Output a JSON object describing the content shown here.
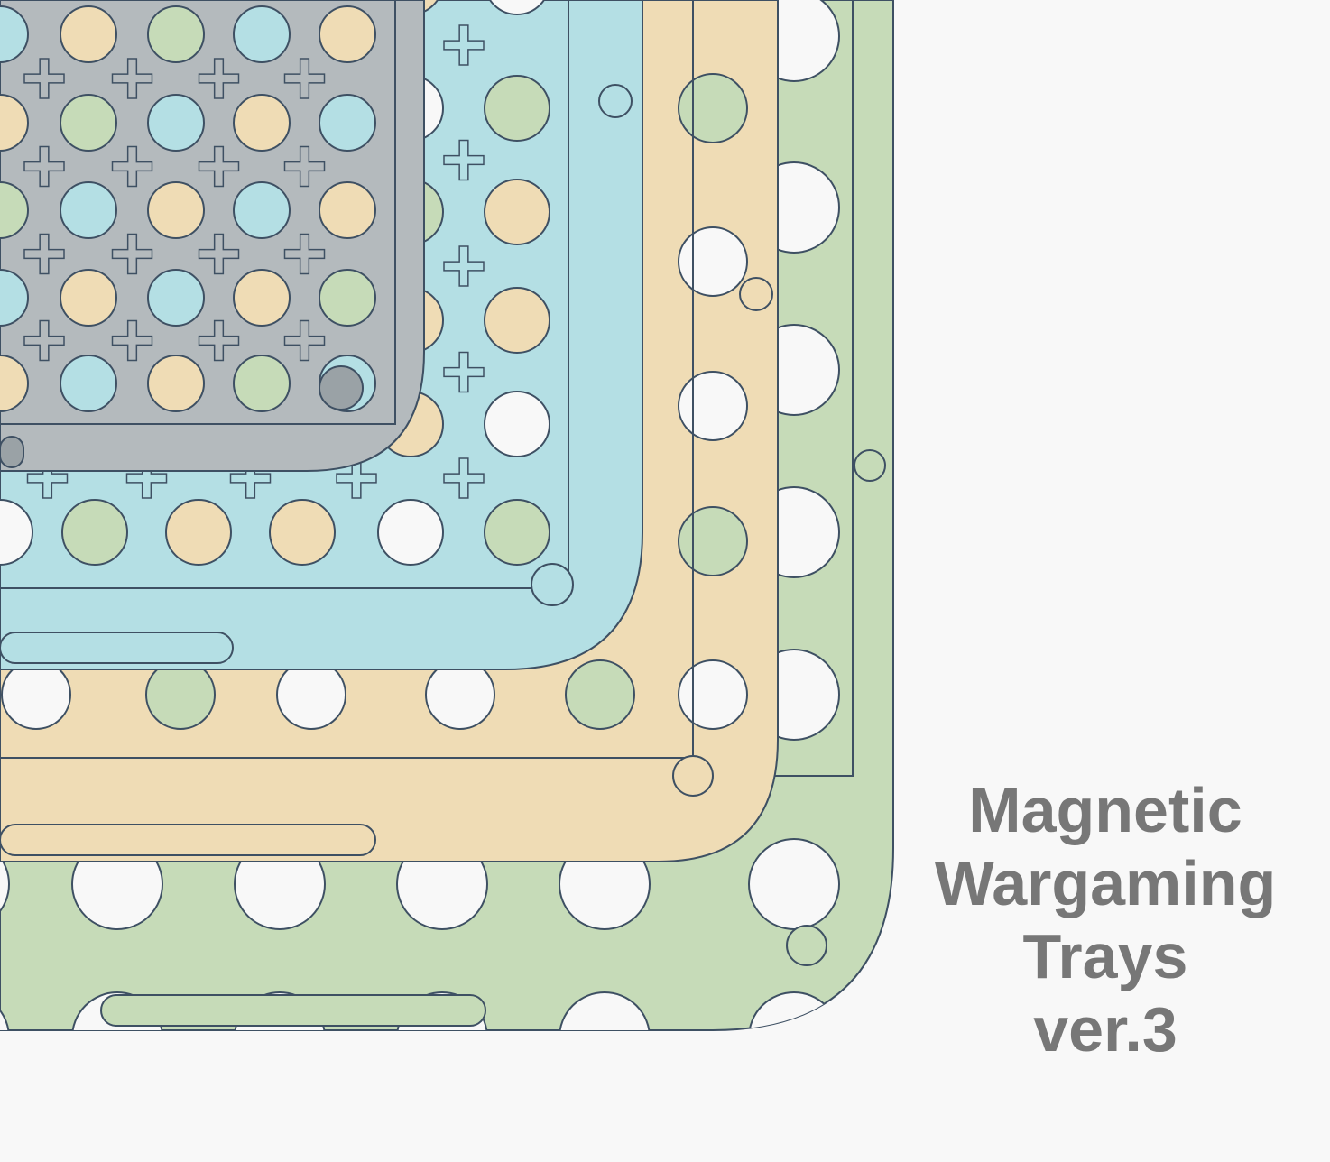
{
  "caption": {
    "line1": "Magnetic",
    "line2": "Wargaming",
    "line3": "Trays",
    "line4": "ver.3"
  },
  "colors": {
    "background": "#f8f8f8",
    "tray_green": "#c6dbb8",
    "tray_tan": "#efdcb5",
    "tray_blue": "#b4dfe4",
    "tray_grey": "#b4babd",
    "outline": "#3e5063",
    "caption_text": "#777777"
  },
  "trays": [
    {
      "name": "green-tray",
      "color": "tray_green"
    },
    {
      "name": "tan-tray",
      "color": "tray_tan"
    },
    {
      "name": "blue-tray",
      "color": "tray_blue"
    },
    {
      "name": "grey-tray",
      "color": "tray_grey"
    }
  ]
}
